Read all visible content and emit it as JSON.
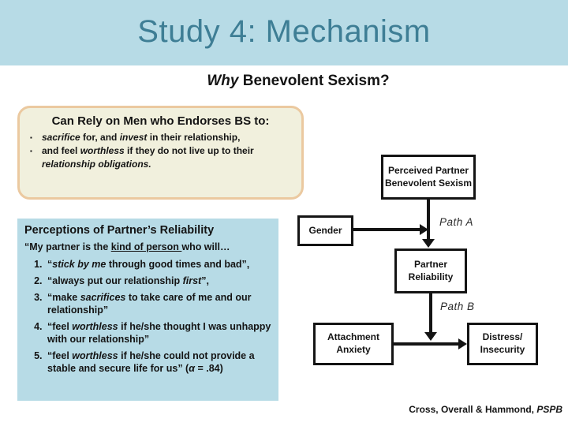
{
  "slide": {
    "title": "Study 4: Mechanism",
    "subtitle_segments": [
      {
        "t": "Why ",
        "b": 1,
        "i": 1
      },
      {
        "t": "Benevolent Sexism?",
        "b": 1
      }
    ],
    "citation_segments": [
      {
        "t": "Cross, Overall & Hammond, ",
        "b": 1
      },
      {
        "t": "PSPB",
        "b": 1,
        "i": 1
      }
    ]
  },
  "rely_box": {
    "title": "Can Rely on Men who Endorses BS to:",
    "bullet_char": "▪",
    "bullets": [
      [
        {
          "t": "sacrifice",
          "i": 1
        },
        {
          "t": " for, and "
        },
        {
          "t": "invest",
          "i": 1
        },
        {
          "t": " in their relationship,"
        }
      ],
      [
        {
          "t": "and feel "
        },
        {
          "t": "worthless",
          "i": 1
        },
        {
          "t": " if they do not live up to their "
        },
        {
          "t": "relationship obligations.",
          "i": 1
        }
      ]
    ]
  },
  "perceptions_box": {
    "title": "Perceptions of Partner’s Reliability",
    "intro_segments": [
      {
        "t": "“My partner is the "
      },
      {
        "t": "kind of person ",
        "u": 1
      },
      {
        "t": "who will…"
      }
    ],
    "items": [
      [
        {
          "t": "“"
        },
        {
          "t": "stick by me",
          "i": 1
        },
        {
          "t": " through good times and bad”,"
        }
      ],
      [
        {
          "t": "“always put our relationship "
        },
        {
          "t": "first",
          "i": 1
        },
        {
          "t": "”,"
        }
      ],
      [
        {
          "t": "“make "
        },
        {
          "t": "sacrifices",
          "i": 1
        },
        {
          "t": " to take care of me and our relationship”"
        }
      ],
      [
        {
          "t": "“feel "
        },
        {
          "t": "worthless",
          "i": 1
        },
        {
          "t": " if he/she thought I was unhappy with our relationship”"
        }
      ],
      [
        {
          "t": "“feel "
        },
        {
          "t": "worthless",
          "i": 1
        },
        {
          "t": " if he/she could not provide a stable and secure life for us”  ("
        },
        {
          "t": "α",
          "i": 1
        },
        {
          "t": " = .84)"
        }
      ]
    ]
  },
  "diagram": {
    "nodes": {
      "ppbs": {
        "label": "Perceived Partner\nBenevolent Sexism"
      },
      "gender": {
        "label": "Gender"
      },
      "reliability": {
        "label": "Partner\nReliability"
      },
      "anxiety": {
        "label": "Attachment\nAnxiety"
      },
      "distress": {
        "label": "Distress/\nInsecurity"
      }
    },
    "path_a": "Path A",
    "path_b": "Path B"
  },
  "colors": {
    "header_bg": "#b7dbe6",
    "title_color": "#3e7e95",
    "cream_bg": "#f1f0dd",
    "cream_border": "#ebc9a0",
    "panel_bg": "#b7dbe6",
    "ink": "#141414"
  }
}
